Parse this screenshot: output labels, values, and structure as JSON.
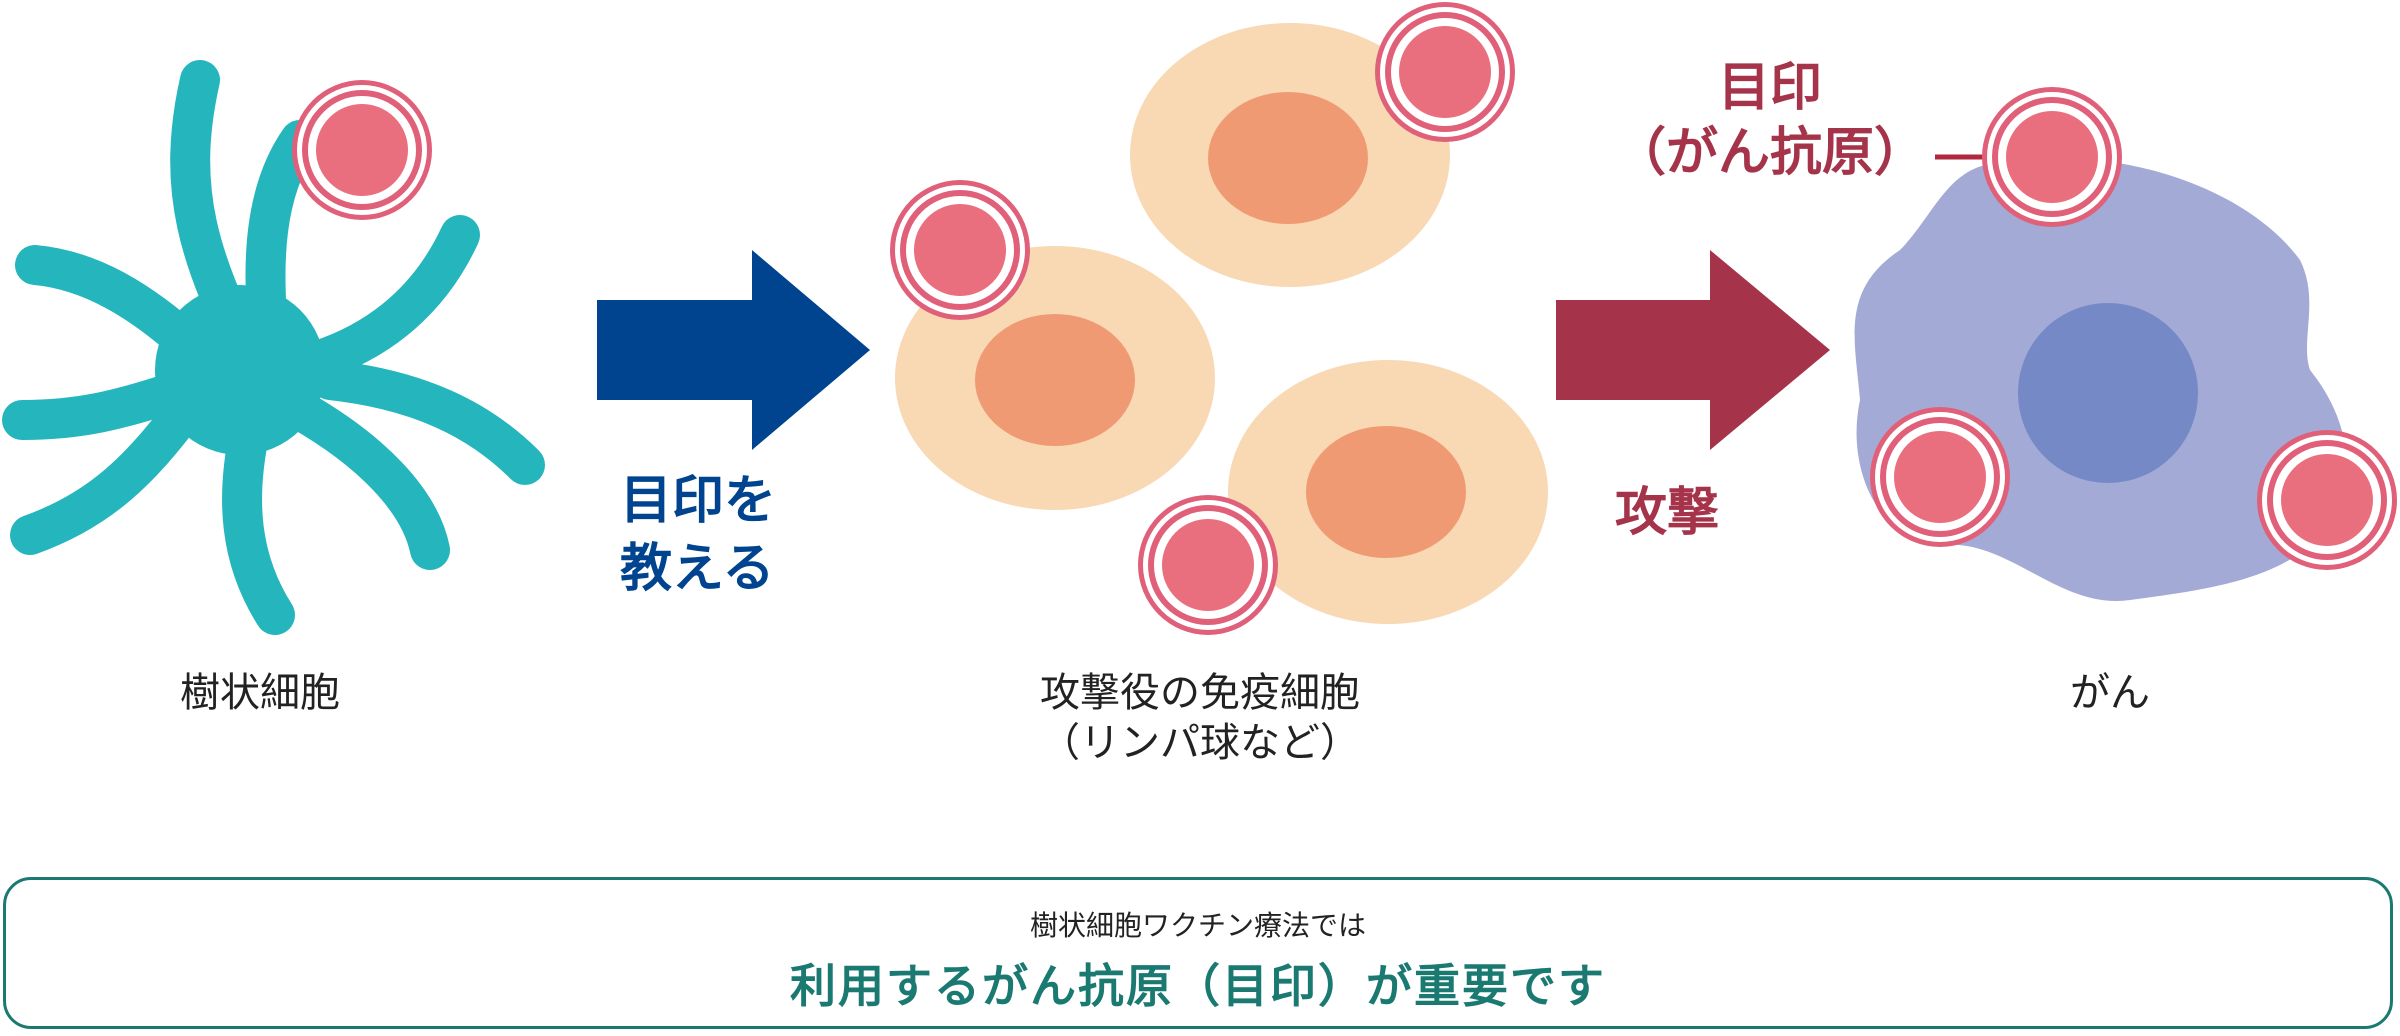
{
  "colors": {
    "dendritic": "#25b5bd",
    "immune_outer": "#f9d8b4",
    "immune_inner": "#f09a74",
    "cancer_outer": "#a3aad6",
    "cancer_inner": "#7589c6",
    "antigen_fill": "#e96f7e",
    "antigen_ring": "#e0607a",
    "arrow1": "#00448f",
    "arrow2": "#a5344b",
    "summary_border": "#1a7a72"
  },
  "labels": {
    "dendritic_cell": "樹状細胞",
    "immune_cell_line1": "攻撃役の免疫細胞",
    "immune_cell_line2": "（リンパ球など）",
    "cancer": "がん",
    "arrow1_line1": "目印を",
    "arrow1_line2": "教える",
    "arrow2": "攻撃",
    "antigen_line1": "目印",
    "antigen_line2": "（がん抗原）"
  },
  "summary": {
    "line1": "樹状細胞ワクチン療法では",
    "line2": "利用するがん抗原（目印）が重要です"
  }
}
